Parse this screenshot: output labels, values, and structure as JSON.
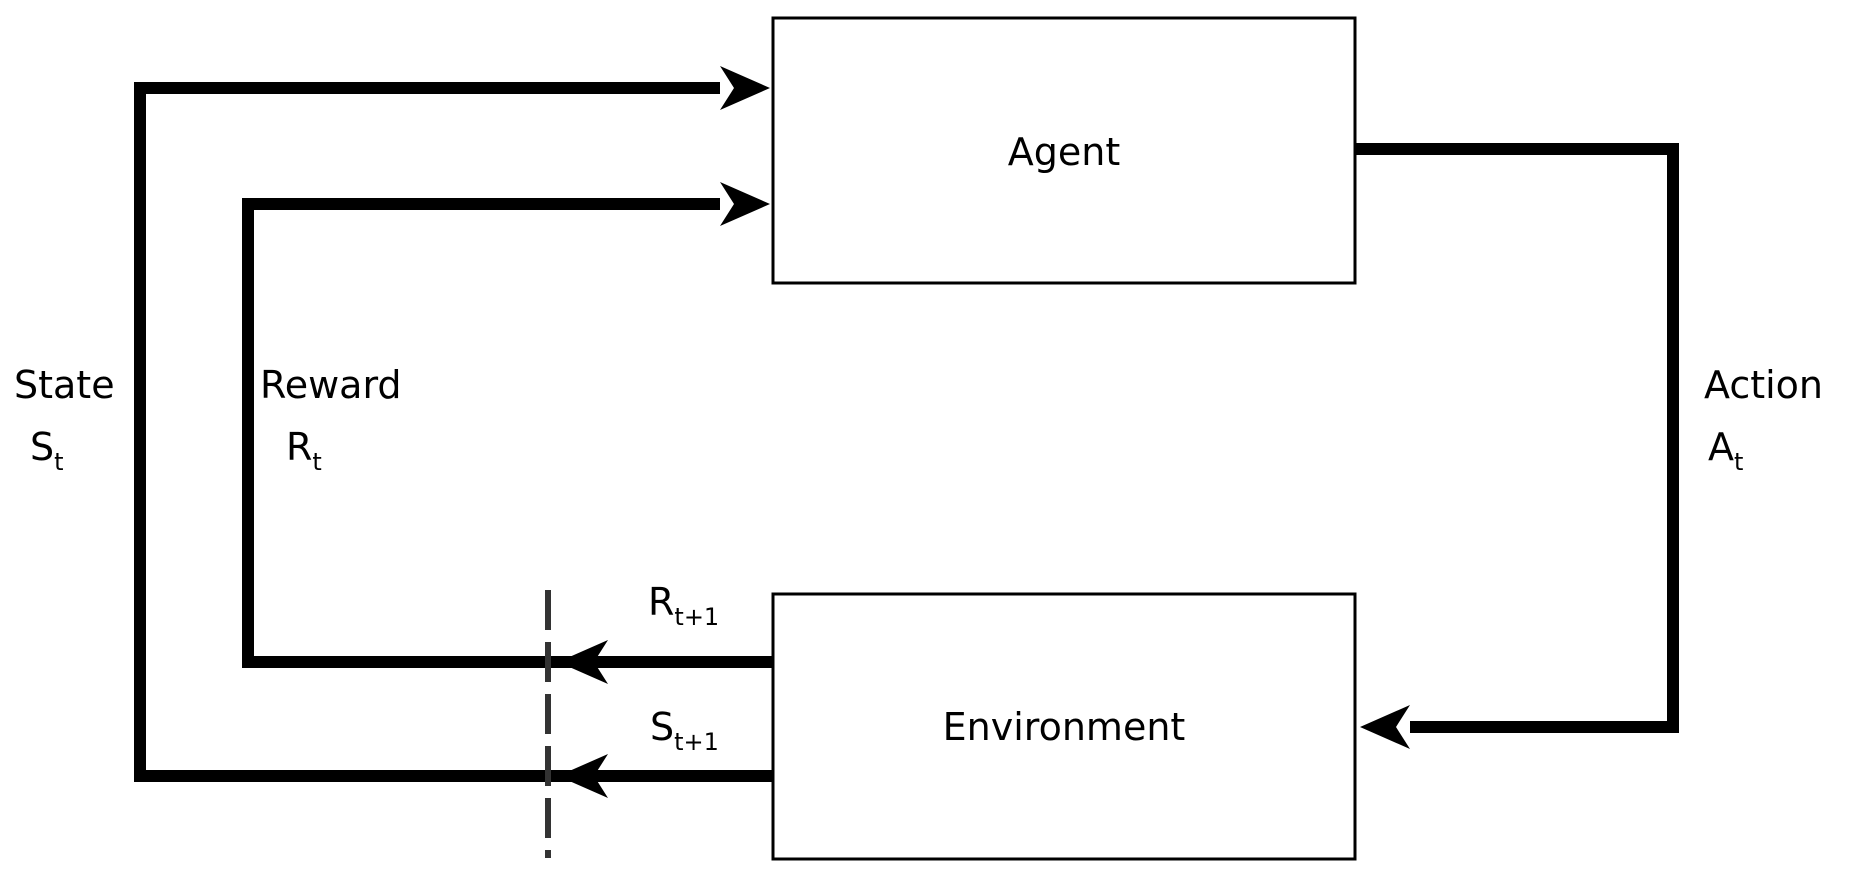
{
  "nodes": {
    "agent": {
      "label": "Agent"
    },
    "environment": {
      "label": "Environment"
    }
  },
  "edges": {
    "state": {
      "label": "State",
      "symbol": "S",
      "subscript": "t"
    },
    "reward": {
      "label": "Reward",
      "symbol": "R",
      "subscript": "t"
    },
    "action": {
      "label": "Action",
      "symbol": "A",
      "subscript": "t"
    },
    "next_reward": {
      "symbol": "R",
      "subscript": "t+1"
    },
    "next_state": {
      "symbol": "S",
      "subscript": "t+1"
    }
  },
  "colors": {
    "line": "#000000",
    "divider": "#333333",
    "background": "#ffffff"
  }
}
